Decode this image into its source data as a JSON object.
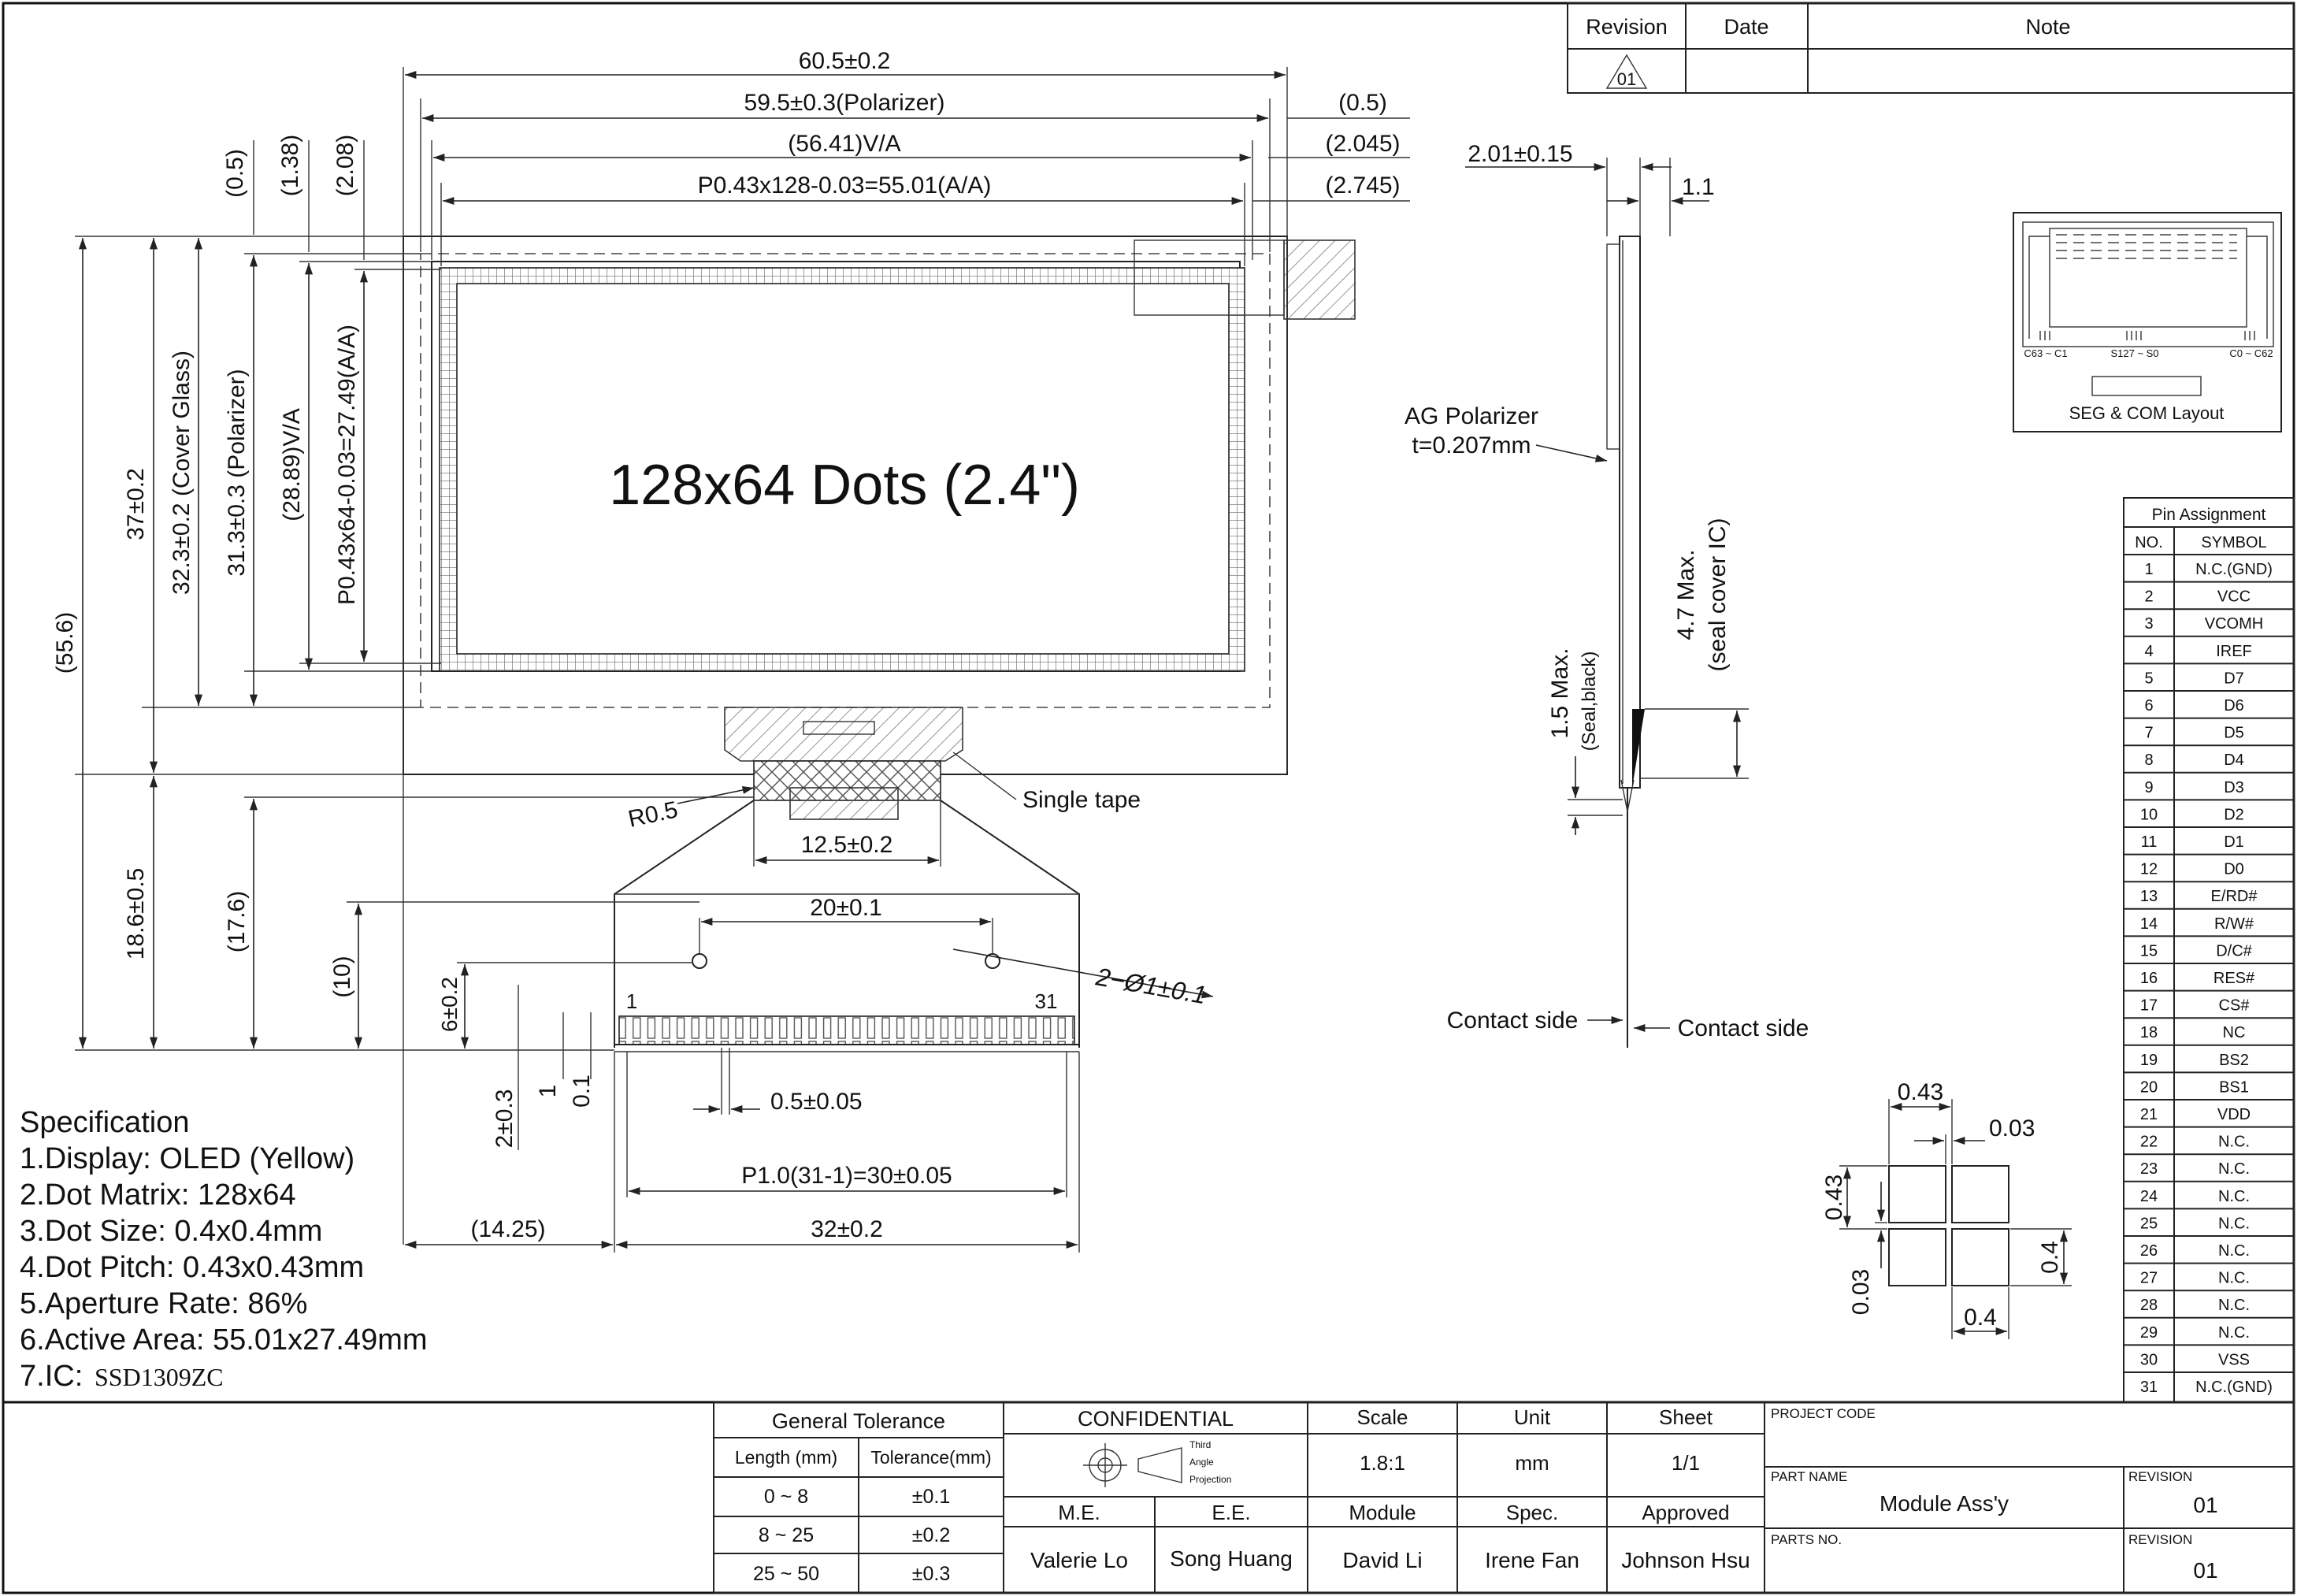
{
  "revision_table": {
    "headers": {
      "revision": "Revision",
      "date": "Date",
      "note": "Note"
    },
    "row": {
      "revision": "01",
      "date": "",
      "note": ""
    }
  },
  "dimensions": {
    "overall_width": "60.5±0.2",
    "polarizer_width": "59.5±0.3(Polarizer)",
    "va_width": "(56.41)V/A",
    "aa_width": "P0.43x128-0.03=55.01(A/A)",
    "offset_05": "(0.5)",
    "offset_2045": "(2.045)",
    "offset_2745": "(2.745)",
    "left_05": "(0.5)",
    "left_138": "(1.38)",
    "left_208": "(2.08)",
    "height_37": "37±0.2",
    "cover_glass": "32.3±0.2 (Cover Glass)",
    "polarizer_height": "31.3±0.3 (Polarizer)",
    "va_height": "(28.89)V/A",
    "aa_height": "P0.43x64-0.03=27.49(A/A)",
    "total_height": "(55.6)",
    "fpc_186": "18.6±0.5",
    "fpc_176": "(17.6)",
    "fpc_10": "(10)",
    "fpc_6": "6±0.2",
    "fpc_2": "2±0.3",
    "fpc_1": "1",
    "fpc_01": "0.1",
    "r05": "R0.5",
    "width_125": "12.5±0.2",
    "single_tape": "Single tape",
    "hole_pitch": "20±0.1",
    "holes": "2−Ø1±0.1",
    "pin_first": "1",
    "pin_last": "31",
    "pin_width": "0.5±0.05",
    "pin_pitch": "P1.0(31-1)=30±0.05",
    "fpc_width": "32±0.2",
    "left_1425": "(14.25)",
    "thickness": "2.01±0.15",
    "glass_11": "1.1",
    "ag_polarizer_1": "AG Polarizer",
    "ag_polarizer_2": "t=0.207mm",
    "ic_height_1": "4.7 Max.",
    "ic_height_2": "(seal cover IC)",
    "seal_1": "1.5 Max.",
    "seal_2": "(Seal,black)",
    "contact_left": "Contact side",
    "contact_right": "Contact side",
    "dot_043_top": "0.43",
    "dot_003_top": "0.03",
    "dot_043_left": "0.43",
    "dot_003_left": "0.03",
    "dot_04_right": "0.4",
    "dot_04_bottom": "0.4"
  },
  "panel_label": "128x64 Dots (2.4\")",
  "seg_com": {
    "left": "C63 ~ C1",
    "mid": "S127 ~ S0",
    "right": "C0 ~ C62",
    "caption": "SEG & COM Layout"
  },
  "pin_assignment": {
    "title": "Pin Assignment",
    "col_no": "NO.",
    "col_symbol": "SYMBOL",
    "pins": [
      {
        "no": "1",
        "symbol": "N.C.(GND)"
      },
      {
        "no": "2",
        "symbol": "VCC"
      },
      {
        "no": "3",
        "symbol": "VCOMH"
      },
      {
        "no": "4",
        "symbol": "IREF"
      },
      {
        "no": "5",
        "symbol": "D7"
      },
      {
        "no": "6",
        "symbol": "D6"
      },
      {
        "no": "7",
        "symbol": "D5"
      },
      {
        "no": "8",
        "symbol": "D4"
      },
      {
        "no": "9",
        "symbol": "D3"
      },
      {
        "no": "10",
        "symbol": "D2"
      },
      {
        "no": "11",
        "symbol": "D1"
      },
      {
        "no": "12",
        "symbol": "D0"
      },
      {
        "no": "13",
        "symbol": "E/RD#"
      },
      {
        "no": "14",
        "symbol": "R/W#"
      },
      {
        "no": "15",
        "symbol": "D/C#"
      },
      {
        "no": "16",
        "symbol": "RES#"
      },
      {
        "no": "17",
        "symbol": "CS#"
      },
      {
        "no": "18",
        "symbol": "NC"
      },
      {
        "no": "19",
        "symbol": "BS2"
      },
      {
        "no": "20",
        "symbol": "BS1"
      },
      {
        "no": "21",
        "symbol": "VDD"
      },
      {
        "no": "22",
        "symbol": "N.C."
      },
      {
        "no": "23",
        "symbol": "N.C."
      },
      {
        "no": "24",
        "symbol": "N.C."
      },
      {
        "no": "25",
        "symbol": "N.C."
      },
      {
        "no": "26",
        "symbol": "N.C."
      },
      {
        "no": "27",
        "symbol": "N.C."
      },
      {
        "no": "28",
        "symbol": "N.C."
      },
      {
        "no": "29",
        "symbol": "N.C."
      },
      {
        "no": "30",
        "symbol": "VSS"
      },
      {
        "no": "31",
        "symbol": "N.C.(GND)"
      }
    ]
  },
  "specification": {
    "title": "Specification",
    "items": [
      "1.Display:  OLED (Yellow)",
      "2.Dot Matrix:  128x64",
      "3.Dot Size:  0.4x0.4mm",
      "4.Dot Pitch:  0.43x0.43mm",
      "5.Aperture Rate:  86%",
      "6.Active Area:  55.01x27.49mm"
    ],
    "ic_label": "7.IC: ",
    "ic_value": "SSD1309ZC"
  },
  "title_block": {
    "general_tolerance": "General Tolerance",
    "length_header": "Length (mm)",
    "tolerance_header": "Tolerance(mm)",
    "tolerances": [
      {
        "range": "0 ~ 8",
        "tol": "±0.1"
      },
      {
        "range": "8 ~ 25",
        "tol": "±0.2"
      },
      {
        "range": "25 ~ 50",
        "tol": "±0.3"
      }
    ],
    "confidential": "CONFIDENTIAL",
    "projection_1": "Third",
    "projection_2": "Angle",
    "projection_3": "Projection",
    "scale_label": "Scale",
    "scale_value": "1.8:1",
    "unit_label": "Unit",
    "unit_value": "mm",
    "sheet_label": "Sheet",
    "sheet_value": "1/1",
    "me_label": "M.E.",
    "ee_label": "E.E.",
    "module_label": "Module",
    "spec_label": "Spec.",
    "approved_label": "Approved",
    "me_name": "Valerie Lo",
    "ee_name": "Song Huang",
    "module_name": "David Li",
    "spec_name": "Irene Fan",
    "approved_name": "Johnson Hsu",
    "project_code_label": "PROJECT CODE",
    "part_name_label": "PART NAME",
    "part_name_value": "Module Ass'y",
    "revision_label_1": "REVISION",
    "revision_value_1": "01",
    "parts_no_label": "PARTS NO.",
    "revision_label_2": "REVISION",
    "revision_value_2": "01"
  }
}
